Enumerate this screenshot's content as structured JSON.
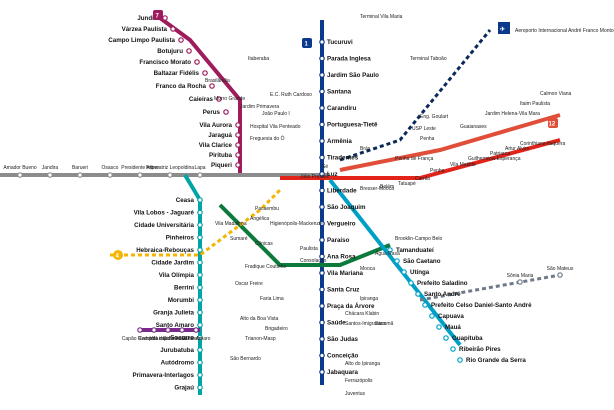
{
  "map": {
    "lines": [
      {
        "id": "7",
        "color": "#9e1b5c"
      },
      {
        "id": "1",
        "color": "#0b3a8c"
      },
      {
        "id": "2",
        "color": "#0b7a3b"
      },
      {
        "id": "3",
        "color": "#e2231a"
      },
      {
        "id": "4",
        "color": "#f4b400"
      },
      {
        "id": "5",
        "color": "#7a2a8a"
      },
      {
        "id": "8",
        "color": "#8c8c8c"
      },
      {
        "id": "9",
        "color": "#00a3a6"
      },
      {
        "id": "10",
        "color": "#00a0c6"
      },
      {
        "id": "11",
        "color": "#e04e39"
      },
      {
        "id": "12",
        "color": "#0b2a5a"
      },
      {
        "id": "13",
        "color": "#00a859"
      },
      {
        "id": "15",
        "color": "#6e7a87"
      }
    ],
    "line7_stations": [
      "Jundiaí",
      "Várzea Paulista",
      "Campo Limpo Paulista",
      "Botujuru",
      "Francisco Morato",
      "Baltazar Fidélis",
      "Franco da Rocha",
      "Caieiras",
      "Perus",
      "Vila Aurora",
      "Jaraguá",
      "Vila Clarice",
      "Pirituba",
      "Piqueri"
    ],
    "line1_stations": [
      "Tucuruvi",
      "Parada Inglesa",
      "Jardim São Paulo",
      "Santana",
      "Carandiru",
      "Portuguesa-Tietê",
      "Armênia",
      "Tiradentes",
      "Luz",
      "Liberdade",
      "São Joaquim",
      "Vergueiro",
      "Paraíso",
      "Ana Rosa",
      "Vila Mariana",
      "Santa Cruz",
      "Praça da Árvore",
      "Saúde",
      "São Judas",
      "Conceição",
      "Jabaquara"
    ],
    "line9_stations": [
      "Ceasa",
      "Vila Lobos - Jaguaré",
      "Cidade Universitária",
      "Pinheiros",
      "Hebraica-Rebouças",
      "Cidade Jardim",
      "Vila Olímpia",
      "Berrini",
      "Morumbi",
      "Granja Julieta",
      "Santo Amaro",
      "Socorro",
      "Jurubatuba",
      "Autódromo",
      "Primavera-Interlagos",
      "Grajaú"
    ],
    "line10_stations": [
      "Tamanduateí",
      "São Caetano",
      "Utinga",
      "Prefeito Saladino",
      "Santo André",
      "Prefeito Celso Daniel-Santo André",
      "Capuava",
      "Mauá",
      "Guapituba",
      "Ribeirão Pires",
      "Rio Grande da Serra"
    ],
    "line5_stations": [
      "Capão Redondo",
      "Campo Limpo",
      "Vila das Belezas",
      "Giovanni Gronchi",
      "Santo Amaro"
    ],
    "line8_stations": [
      "Amador Bueno",
      "Jandira",
      "Barueri",
      "Osasco",
      "Presidente Altino",
      "Imperatriz Leopoldina",
      "Lapa"
    ],
    "line15_stations": [
      "São Mateus",
      "Sônia Maria"
    ],
    "other_labels": [
      "Brasilândia",
      "Morro Grande",
      "Freguesia do Ó",
      "Jardim Primavera",
      "João Paulo I",
      "Hospital Vila Penteado",
      "E.C. Ruth Cardoso",
      "Itaberaba",
      "Terminal Vila Maria",
      "Aeroporto Internacional André Franco Montoro Guarulhos",
      "Terminal Taboão",
      "Penha de França",
      "Penha",
      "Brás",
      "Sé",
      "Júlio Prestes",
      "Pacaembu",
      "Angélica",
      "Higienópolis-Mackenzie",
      "Paulista",
      "Consolação",
      "Clínicas",
      "Sumaré",
      "Vila Madalena",
      "Fradique Coutinho",
      "Oscar Freire",
      "Faria Lima",
      "Chácara Klabin",
      "Santos-Imigrantes",
      "Alto do Ipiranga",
      "Sacomã",
      "Ipiranga",
      "Mooca",
      "Água Rasa",
      "Brooklin-Campo Belo",
      "Alto da Boa Vista",
      "São Bernardo",
      "Ferrazópolis",
      "Juventus",
      "Bresser-Mooca",
      "Belém",
      "Tatuapé",
      "Carrão",
      "Penha",
      "Vila Matilde",
      "Guilhermina-Esperança",
      "Patriarca",
      "Artur Alvim",
      "Corinthians-Itaquera",
      "Guaianases",
      "Jardim Helena-Vila Mara",
      "Itaim Paulista",
      "Calmon Viana",
      "Trianon-Masp",
      "Brigadeiro",
      "USP Leste",
      "Eng. Goulart"
    ]
  }
}
